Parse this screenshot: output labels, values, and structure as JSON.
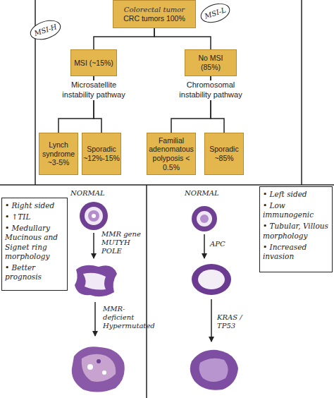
{
  "diagram": {
    "nodes": [
      {
        "text": [
          "Colorectal tumor",
          "CRC tumors 100%"
        ]
      },
      {
        "text": [
          "MSI (~15%)"
        ]
      },
      {
        "text": [
          "No MSI (85%)"
        ]
      },
      {
        "text": [
          "Lynch syndrome ~3-5%"
        ]
      },
      {
        "text": [
          "Sporadic ~12%-15%"
        ]
      },
      {
        "text": [
          "Familial adenomatous polyposis < 0.5%"
        ]
      },
      {
        "text": [
          "Sporadic ~85%"
        ]
      },
      {
        "text": [
          "• Right sided",
          "• ↑TIL",
          "• Medullary Mucinous and Signet ring morphology",
          "• Better prognosis"
        ]
      },
      {
        "text": [
          "• Left sided",
          "• Low immunogenic",
          "• Tubular, Villous morphology",
          "• Increased invasion"
        ]
      }
    ],
    "edges": [
      {
        "from": 0,
        "to": 1,
        "arrow": "none",
        "label": "MSI-H"
      },
      {
        "from": 0,
        "to": 2,
        "arrow": "none",
        "label": "MSI-L"
      },
      {
        "from": 1,
        "to": 3,
        "arrow": "none"
      },
      {
        "from": 1,
        "to": 4,
        "arrow": "none"
      },
      {
        "from": 2,
        "to": 5,
        "arrow": "none"
      },
      {
        "from": 2,
        "to": 6,
        "arrow": "none"
      }
    ],
    "labels": [
      "Microsatellite instability pathway",
      "Chromosomal instability pathway",
      "NORMAL",
      "MMR gene MUTYH POLE",
      "MMR-deficient Hypermutated",
      "NORMAL",
      "APC",
      "KRAS / TP53"
    ]
  }
}
